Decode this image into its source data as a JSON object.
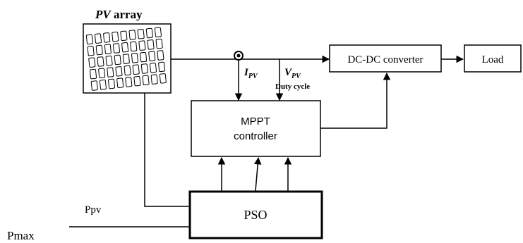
{
  "pv_array": {
    "label_italic": "PV",
    "label_rest": " array"
  },
  "blocks": {
    "dcdc": "DC-DC converter",
    "load": "Load",
    "mppt_line1": "MPPT",
    "mppt_line2": "controller",
    "pso": "PSO"
  },
  "signals": {
    "ipv_main": "I",
    "ipv_sub": "PV",
    "vpv_main": "V",
    "vpv_sub": "PV",
    "duty_cycle": "Duty cycle",
    "ppv": "Ppv",
    "pmax": "Pmax"
  },
  "colors": {
    "stroke": "#000000",
    "panel_fill": "#f4f4f4"
  }
}
